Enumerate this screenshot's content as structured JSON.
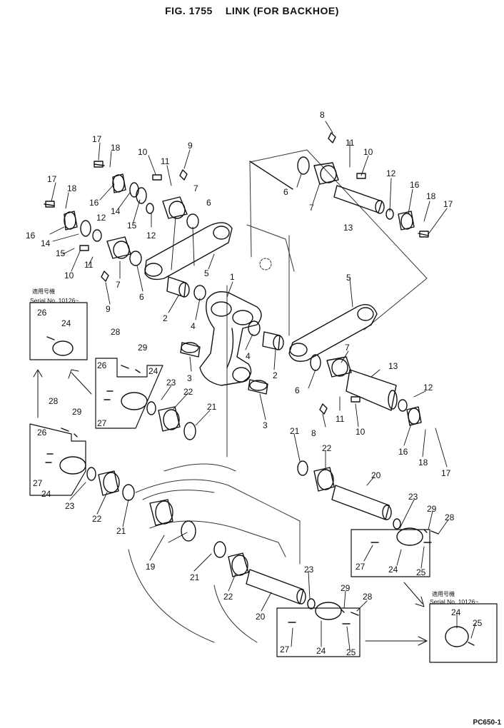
{
  "header": {
    "fig": "FIG. 1755",
    "name": "LINK (FOR BACKHOE)"
  },
  "inset_top_left": {
    "label_jp": "適用号機",
    "serial": "Serial No. 10126~",
    "parts": [
      "26",
      "24"
    ]
  },
  "inset_bottom_right": {
    "label_jp": "適用号機",
    "serial": "Serial No. 10126~",
    "parts": [
      "24",
      "25"
    ]
  },
  "footer_code": "PC650-1",
  "callouts": [
    {
      "id": "c8a",
      "text": "8"
    },
    {
      "id": "c17a",
      "text": "17"
    },
    {
      "id": "c18a",
      "text": "18"
    },
    {
      "id": "c10a",
      "text": "10"
    },
    {
      "id": "c11a",
      "text": "11"
    },
    {
      "id": "c9a",
      "text": "9"
    },
    {
      "id": "c11b",
      "text": "11"
    },
    {
      "id": "c10b",
      "text": "10"
    },
    {
      "id": "c17b",
      "text": "17"
    },
    {
      "id": "c18b",
      "text": "18"
    },
    {
      "id": "c16a",
      "text": "16"
    },
    {
      "id": "c14a",
      "text": "14"
    },
    {
      "id": "c7a",
      "text": "7"
    },
    {
      "id": "c6a",
      "text": "6"
    },
    {
      "id": "c6b",
      "text": "6"
    },
    {
      "id": "c7b",
      "text": "7"
    },
    {
      "id": "c12a",
      "text": "12"
    },
    {
      "id": "c16b",
      "text": "16"
    },
    {
      "id": "c18c",
      "text": "18"
    },
    {
      "id": "c17c",
      "text": "17"
    },
    {
      "id": "c15a",
      "text": "15"
    },
    {
      "id": "c12b",
      "text": "12"
    },
    {
      "id": "c13a",
      "text": "13"
    },
    {
      "id": "c16c",
      "text": "16"
    },
    {
      "id": "c12c",
      "text": "12"
    },
    {
      "id": "c14b",
      "text": "14"
    },
    {
      "id": "c15b",
      "text": "15"
    },
    {
      "id": "c10c",
      "text": "10"
    },
    {
      "id": "c11c",
      "text": "11"
    },
    {
      "id": "c7c",
      "text": "7"
    },
    {
      "id": "c5a",
      "text": "5"
    },
    {
      "id": "c1",
      "text": "1"
    },
    {
      "id": "c5b",
      "text": "5"
    },
    {
      "id": "c6c",
      "text": "6"
    },
    {
      "id": "c9b",
      "text": "9"
    },
    {
      "id": "c2a",
      "text": "2"
    },
    {
      "id": "c4a",
      "text": "4"
    },
    {
      "id": "c28a",
      "text": "28"
    },
    {
      "id": "c29a",
      "text": "29"
    },
    {
      "id": "c4b",
      "text": "4"
    },
    {
      "id": "c2b",
      "text": "2"
    },
    {
      "id": "c7d",
      "text": "7"
    },
    {
      "id": "c13b",
      "text": "13"
    },
    {
      "id": "c3a",
      "text": "3"
    },
    {
      "id": "c26a",
      "text": "26"
    },
    {
      "id": "c24a",
      "text": "24"
    },
    {
      "id": "c23a",
      "text": "23"
    },
    {
      "id": "c22a",
      "text": "22"
    },
    {
      "id": "c6d",
      "text": "6"
    },
    {
      "id": "c12d",
      "text": "12"
    },
    {
      "id": "c27a",
      "text": "27"
    },
    {
      "id": "c21a",
      "text": "21"
    },
    {
      "id": "c3b",
      "text": "3"
    },
    {
      "id": "c8b",
      "text": "8"
    },
    {
      "id": "c11d",
      "text": "11"
    },
    {
      "id": "c10d",
      "text": "10"
    },
    {
      "id": "c28b",
      "text": "28"
    },
    {
      "id": "c29b",
      "text": "29"
    },
    {
      "id": "c26b",
      "text": "26"
    },
    {
      "id": "c16d",
      "text": "16"
    },
    {
      "id": "c18d",
      "text": "18"
    },
    {
      "id": "c17d",
      "text": "17"
    },
    {
      "id": "c21b",
      "text": "21"
    },
    {
      "id": "c22b",
      "text": "22"
    },
    {
      "id": "c27b",
      "text": "27"
    },
    {
      "id": "c24b",
      "text": "24"
    },
    {
      "id": "c23b",
      "text": "23"
    },
    {
      "id": "c20a",
      "text": "20"
    },
    {
      "id": "c22c",
      "text": "22"
    },
    {
      "id": "c21c",
      "text": "21"
    },
    {
      "id": "c23c",
      "text": "23"
    },
    {
      "id": "c29c",
      "text": "29"
    },
    {
      "id": "c28c",
      "text": "28"
    },
    {
      "id": "c27c",
      "text": "27"
    },
    {
      "id": "c24c",
      "text": "24"
    },
    {
      "id": "c25a",
      "text": "25"
    },
    {
      "id": "c19",
      "text": "19"
    },
    {
      "id": "c21d",
      "text": "21"
    },
    {
      "id": "c22d",
      "text": "22"
    },
    {
      "id": "c23d",
      "text": "23"
    },
    {
      "id": "c29d",
      "text": "29"
    },
    {
      "id": "c28d",
      "text": "28"
    },
    {
      "id": "c20b",
      "text": "20"
    },
    {
      "id": "c27d",
      "text": "27"
    },
    {
      "id": "c24d",
      "text": "24"
    },
    {
      "id": "c25b",
      "text": "25"
    }
  ]
}
